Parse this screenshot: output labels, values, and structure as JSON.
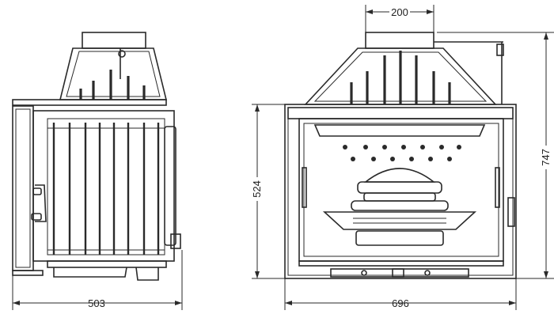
{
  "dimensions": {
    "side_depth": "503",
    "front_width": "696",
    "front_height": "524",
    "total_height": "747",
    "flue_diameter": "200"
  },
  "views": [
    {
      "name": "side-view"
    },
    {
      "name": "front-view"
    }
  ]
}
